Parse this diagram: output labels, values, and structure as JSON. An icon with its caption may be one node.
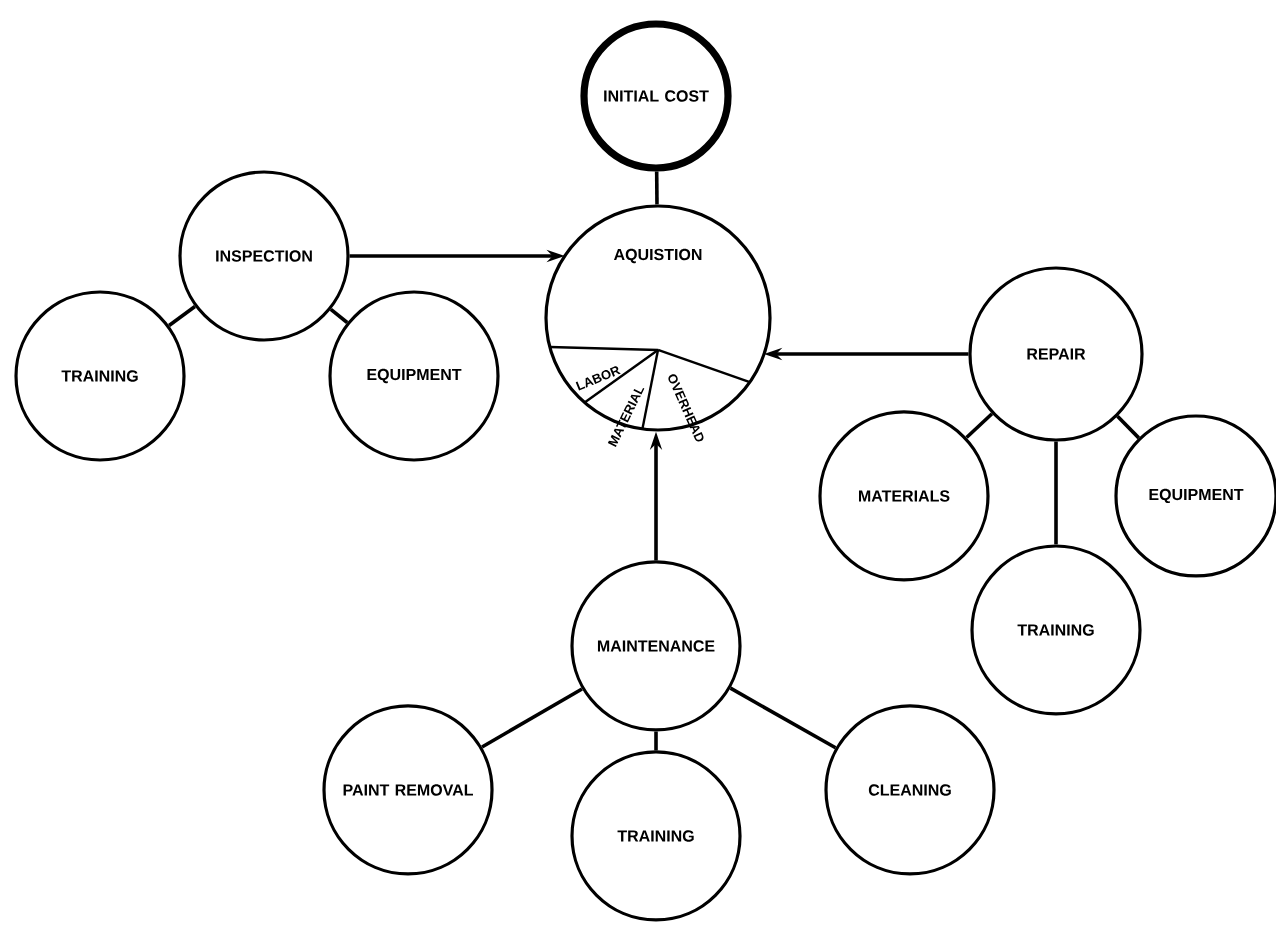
{
  "diagram": {
    "nodes": [
      {
        "text": [
          "INITIAL COST"
        ]
      },
      {
        "text": [
          "AQUISTION",
          "LABOR",
          "MATERIAL",
          "OVERHEAD"
        ]
      },
      {
        "text": [
          "INSPECTION"
        ]
      },
      {
        "text": [
          "TRAINING"
        ]
      },
      {
        "text": [
          "EQUIPMENT"
        ]
      },
      {
        "text": [
          "REPAIR"
        ]
      },
      {
        "text": [
          "MATERIALS"
        ]
      },
      {
        "text": [
          "EQUIPMENT"
        ]
      },
      {
        "text": [
          "TRAINING"
        ]
      },
      {
        "text": [
          "MAINTENANCE"
        ]
      },
      {
        "text": [
          "PAINT REMOVAL"
        ]
      },
      {
        "text": [
          "TRAINING"
        ]
      },
      {
        "text": [
          "CLEANING"
        ]
      }
    ],
    "edges": [
      {
        "from": 0,
        "to": 1,
        "arrow": "none"
      },
      {
        "from": 2,
        "to": 1,
        "arrow": "to"
      },
      {
        "from": 5,
        "to": 1,
        "arrow": "to"
      },
      {
        "from": 9,
        "to": 1,
        "arrow": "to"
      },
      {
        "from": 2,
        "to": 3,
        "arrow": "none"
      },
      {
        "from": 2,
        "to": 4,
        "arrow": "none"
      },
      {
        "from": 5,
        "to": 6,
        "arrow": "none"
      },
      {
        "from": 5,
        "to": 8,
        "arrow": "none"
      },
      {
        "from": 5,
        "to": 7,
        "arrow": "none"
      },
      {
        "from": 9,
        "to": 10,
        "arrow": "none"
      },
      {
        "from": 9,
        "to": 11,
        "arrow": "none"
      },
      {
        "from": 9,
        "to": 12,
        "arrow": "none"
      }
    ]
  }
}
